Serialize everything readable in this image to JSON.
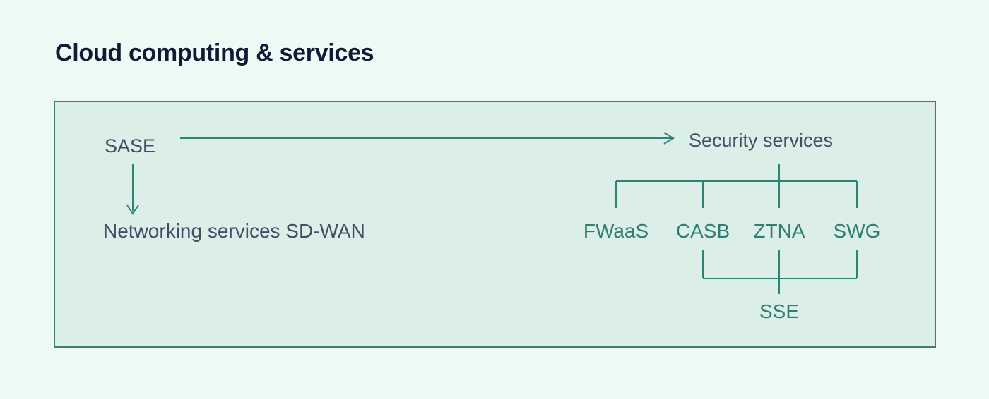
{
  "page": {
    "title": "Cloud computing & services"
  },
  "colors": {
    "page_background": "#edfaf6",
    "panel_background": "#dceee8",
    "panel_border": "#3f7d73",
    "connector": "#2e8276",
    "title_text": "#0e1a36",
    "label_text": "#424e66",
    "teal_text": "#2f7e70"
  },
  "diagram": {
    "sase_label": "SASE",
    "security_label": "Security services",
    "networking_label": "Networking services SD-WAN",
    "security_children": [
      "FWaaS",
      "CASB",
      "ZTNA",
      "SWG"
    ],
    "sse_label": "SSE"
  }
}
